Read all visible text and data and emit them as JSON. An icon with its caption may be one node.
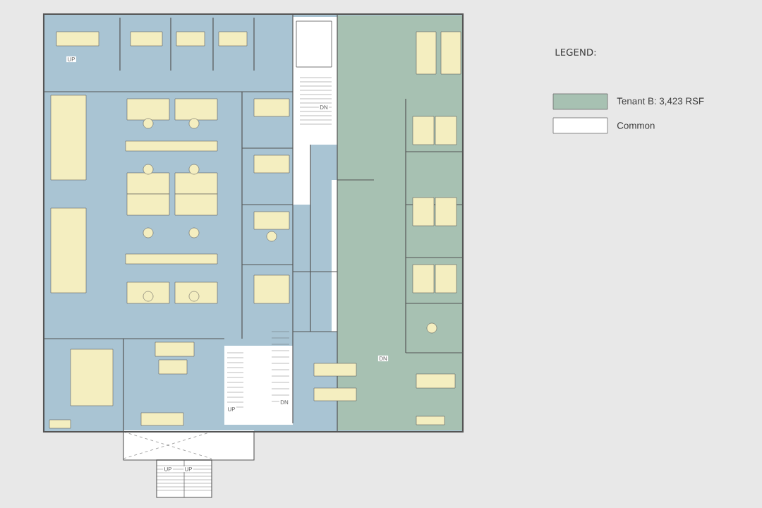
{
  "diagram": {
    "labels": [
      "LEGEND:",
      "UP",
      "DN",
      "DN",
      "DN",
      "UP",
      "UP",
      "UP"
    ],
    "legend": [
      {
        "text": "Tenant B: 3,423 RSF",
        "color": "#a7c1b2"
      },
      {
        "text": "Common",
        "color": "#ffffff"
      }
    ]
  }
}
